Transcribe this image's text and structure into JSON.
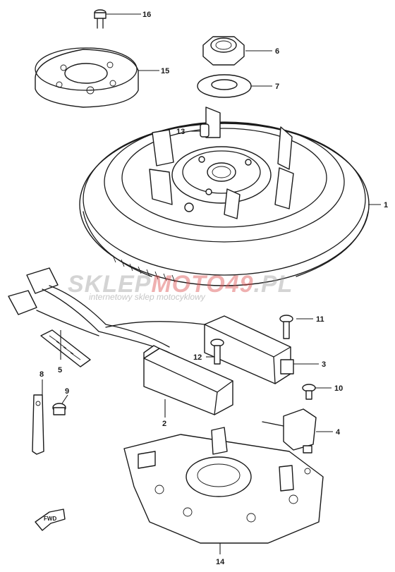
{
  "watermark": {
    "brand_left": "SKLEP",
    "brand_accent": "MOTO49",
    "brand_right": ".PL",
    "tagline": "internetowy sklep motocyklowy"
  },
  "fwd_label": "FWD",
  "callouts": {
    "c1": "1",
    "c2": "2",
    "c3": "3",
    "c4": "4",
    "c5": "5",
    "c6": "6",
    "c7": "7",
    "c8": "8",
    "c9": "9",
    "c10": "10",
    "c11": "11",
    "c12": "12",
    "c13": "13",
    "c14": "14",
    "c15": "15",
    "c16": "16"
  }
}
